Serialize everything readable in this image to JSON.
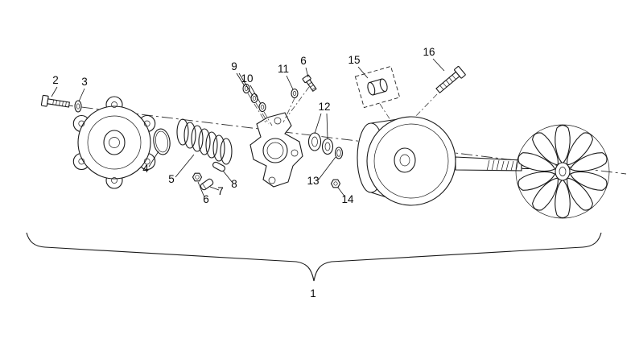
{
  "diagram": {
    "callouts": {
      "c1": "1",
      "c2": "2",
      "c3": "3",
      "c4": "4",
      "c5": "5",
      "c6_top": "6",
      "c6_bottom": "6",
      "c7": "7",
      "c8": "8",
      "c9": "9",
      "c10": "10",
      "c11": "11",
      "c12": "12",
      "c13": "13",
      "c14": "14",
      "c15": "15",
      "c16": "16"
    }
  }
}
